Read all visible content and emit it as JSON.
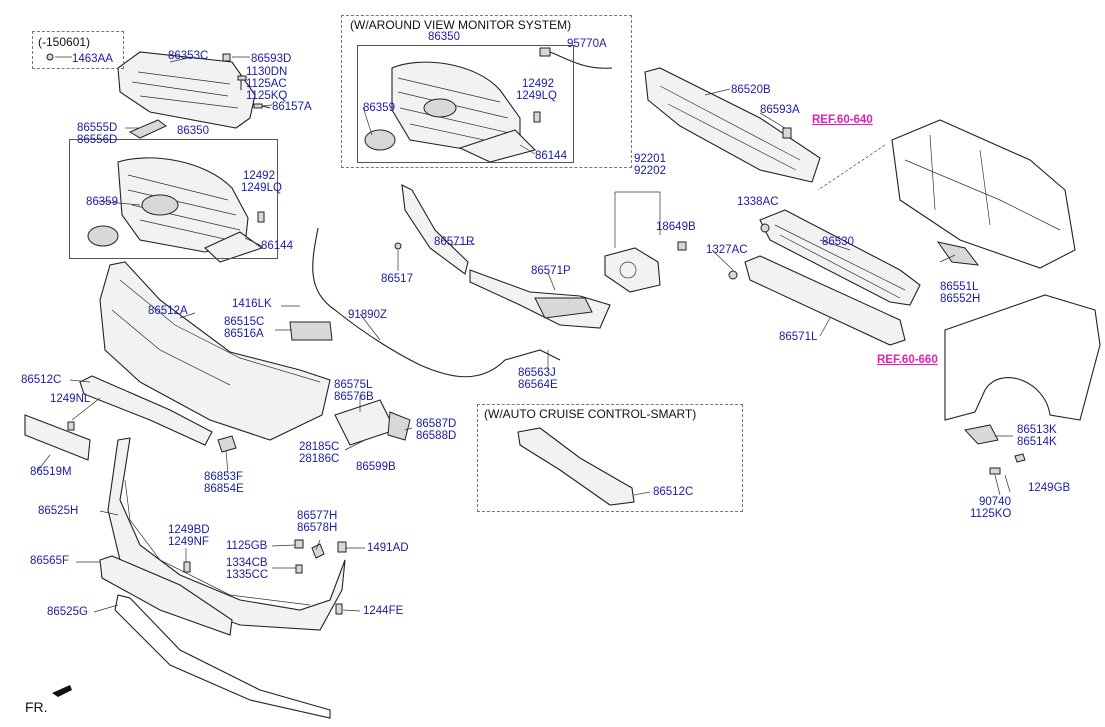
{
  "notes": {
    "date_note": "(-150601)",
    "around_view": "(W/AROUND VIEW MONITOR SYSTEM)",
    "auto_cruise": "(W/AUTO CRUISE CONTROL-SMART)",
    "front_marker": "FR."
  },
  "refs": {
    "ref_640": "REF.60-640",
    "ref_660": "REF.60-660"
  },
  "parts": {
    "p1463AA": "1463AA",
    "p86353C": "86353C",
    "p86593D": "86593D",
    "p1130DN": "1130DN",
    "p1125AC": "1125AC",
    "p1125KQ": "1125KQ",
    "p86157A": "86157A",
    "p86555D": "86555D",
    "p86556D": "86556D",
    "p86350a": "86350",
    "p12492a": "12492",
    "p1249LQa": "1249LQ",
    "p86359a": "86359",
    "p86144a": "86144",
    "p86350b": "86350",
    "p95770A": "95770A",
    "p12492b": "12492",
    "p1249LQb": "1249LQ",
    "p86359b": "86359",
    "p86144b": "86144",
    "p86520B": "86520B",
    "p86593A": "86593A",
    "p92201": "92201",
    "p92202": "92202",
    "p18649B": "18649B",
    "p1338AC": "1338AC",
    "p1327AC": "1327AC",
    "p86530": "86530",
    "p86551L": "86551L",
    "p86552H": "86552H",
    "p86571L": "86571L",
    "p86571R": "86571R",
    "p86517": "86517",
    "p86571P": "86571P",
    "p86512A": "86512A",
    "p1416LK": "1416LK",
    "p86515C": "86515C",
    "p86516A": "86516A",
    "p91890Z": "91890Z",
    "p86563J": "86563J",
    "p86564E": "86564E",
    "p86512C": "86512C",
    "p86575L": "86575L",
    "p86576B": "86576B",
    "p1249NL": "1249NL",
    "p86587D": "86587D",
    "p86588D": "86588D",
    "p28185C": "28185C",
    "p28186C": "28186C",
    "p86599B": "86599B",
    "p86519M": "86519M",
    "p86853F": "86853F",
    "p86854E": "86854E",
    "p86512Cb": "86512C",
    "p86513K": "86513K",
    "p86514K": "86514K",
    "p1249GB": "1249GB",
    "p90740": "90740",
    "p1125KO": "1125KO",
    "p86525H": "86525H",
    "p86577H": "86577H",
    "p86578H": "86578H",
    "p1249BD": "1249BD",
    "p1249NF": "1249NF",
    "p1125GB": "1125GB",
    "p1491AD": "1491AD",
    "p86565F": "86565F",
    "p1334CB": "1334CB",
    "p1335CC": "1335CC",
    "p86525G": "86525G",
    "p1244FE": "1244FE"
  }
}
